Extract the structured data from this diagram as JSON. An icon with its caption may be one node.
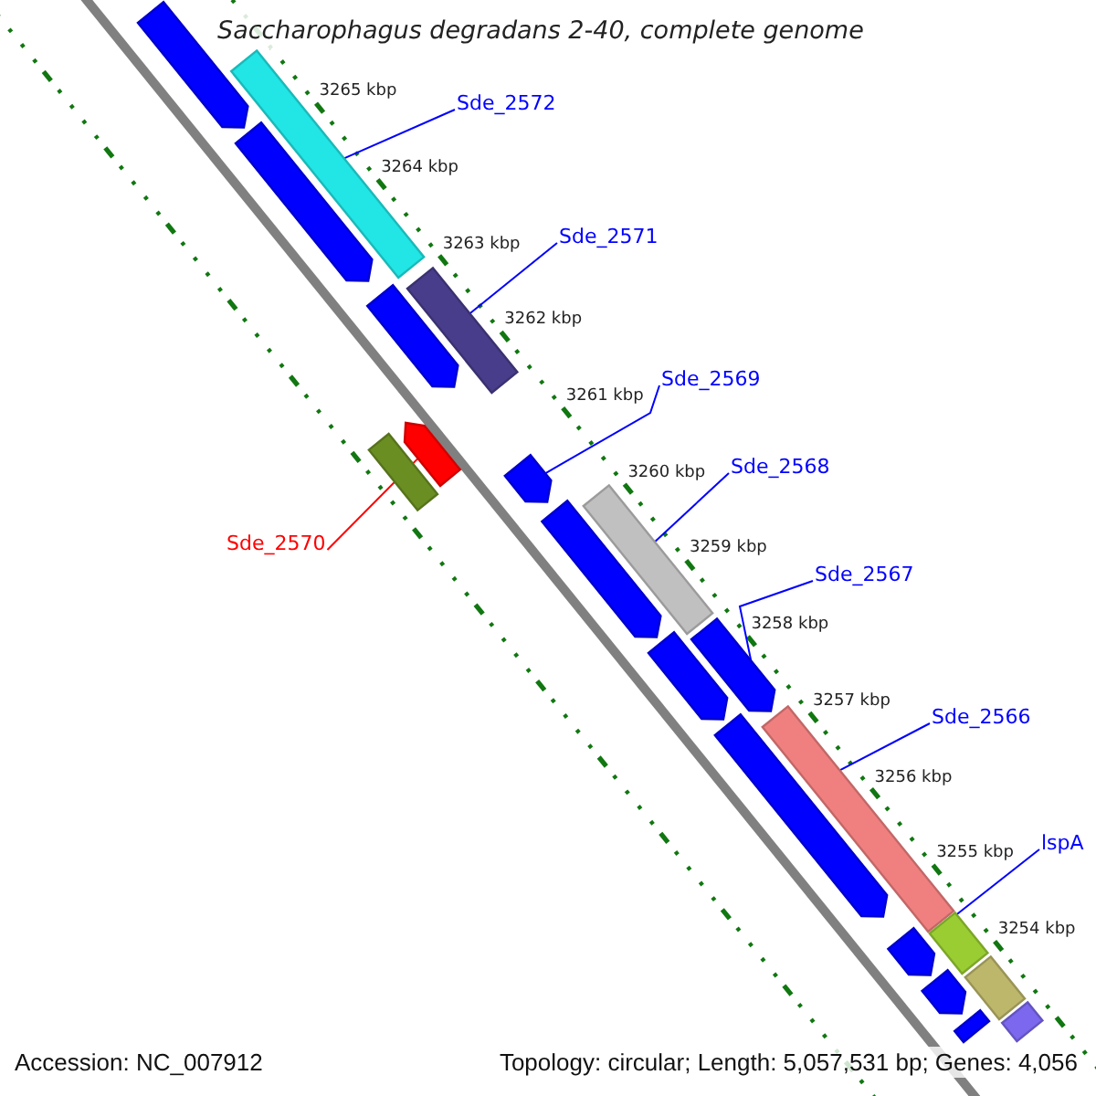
{
  "diagram": {
    "title": "Saccharophagus degradans 2-40, complete genome",
    "nodes": [
      {
        "text": [
          "Sde_2572"
        ]
      },
      {
        "text": [],
        "shape": "bar"
      },
      {
        "text": [
          "Sde_2571"
        ]
      },
      {
        "text": [],
        "shape": "bar"
      },
      {
        "text": [
          "Sde_2569"
        ]
      },
      {
        "text": [],
        "shape": "bar"
      },
      {
        "text": [
          "Sde_2570"
        ]
      },
      {
        "text": [],
        "shape": "bar"
      },
      {
        "text": [
          "Sde_2568"
        ]
      },
      {
        "text": [],
        "shape": "bar"
      },
      {
        "text": [
          "Sde_2567"
        ]
      },
      {
        "text": [],
        "shape": "bar"
      },
      {
        "text": [
          "Sde_2566"
        ]
      },
      {
        "text": [],
        "shape": "bar"
      },
      {
        "text": [
          "lspA"
        ]
      },
      {
        "text": [],
        "shape": "bar"
      },
      {
        "text": [],
        "shape": "bar"
      },
      {
        "text": [],
        "shape": "bar"
      },
      {
        "text": [],
        "shape": "bar"
      },
      {
        "text": [],
        "shape": "bar"
      },
      {
        "text": [],
        "shape": "bar"
      },
      {
        "text": [],
        "shape": "bar"
      },
      {
        "text": [],
        "shape": "bar"
      },
      {
        "text": [],
        "shape": "bar"
      },
      {
        "text": [],
        "shape": "bar"
      },
      {
        "text": [],
        "shape": "bar"
      },
      {
        "text": [],
        "shape": "bar"
      },
      {
        "text": [],
        "shape": "bar"
      }
    ],
    "edges": [
      {
        "from": 0,
        "to": 1,
        "arrow": "none"
      },
      {
        "from": 2,
        "to": 3,
        "arrow": "none"
      },
      {
        "from": 4,
        "to": 5,
        "arrow": "none"
      },
      {
        "from": 6,
        "to": 7,
        "arrow": "none",
        "color": "#ff0000"
      },
      {
        "from": 8,
        "to": 9,
        "arrow": "none"
      },
      {
        "from": 10,
        "to": 11,
        "arrow": "none"
      },
      {
        "from": 12,
        "to": 13,
        "arrow": "none"
      },
      {
        "from": 14,
        "to": 15,
        "arrow": "none"
      }
    ],
    "labels": [
      "3265 kbp",
      "3264 kbp",
      "3263 kbp",
      "3262 kbp",
      "3261 kbp",
      "3260 kbp",
      "3259 kbp",
      "3258 kbp",
      "3257 kbp",
      "3256 kbp",
      "3255 kbp",
      "3254 kbp",
      "Accession: NC_007912",
      "Topology: circular; Length: 5,057,531 bp; Genes: 4,056"
    ]
  }
}
